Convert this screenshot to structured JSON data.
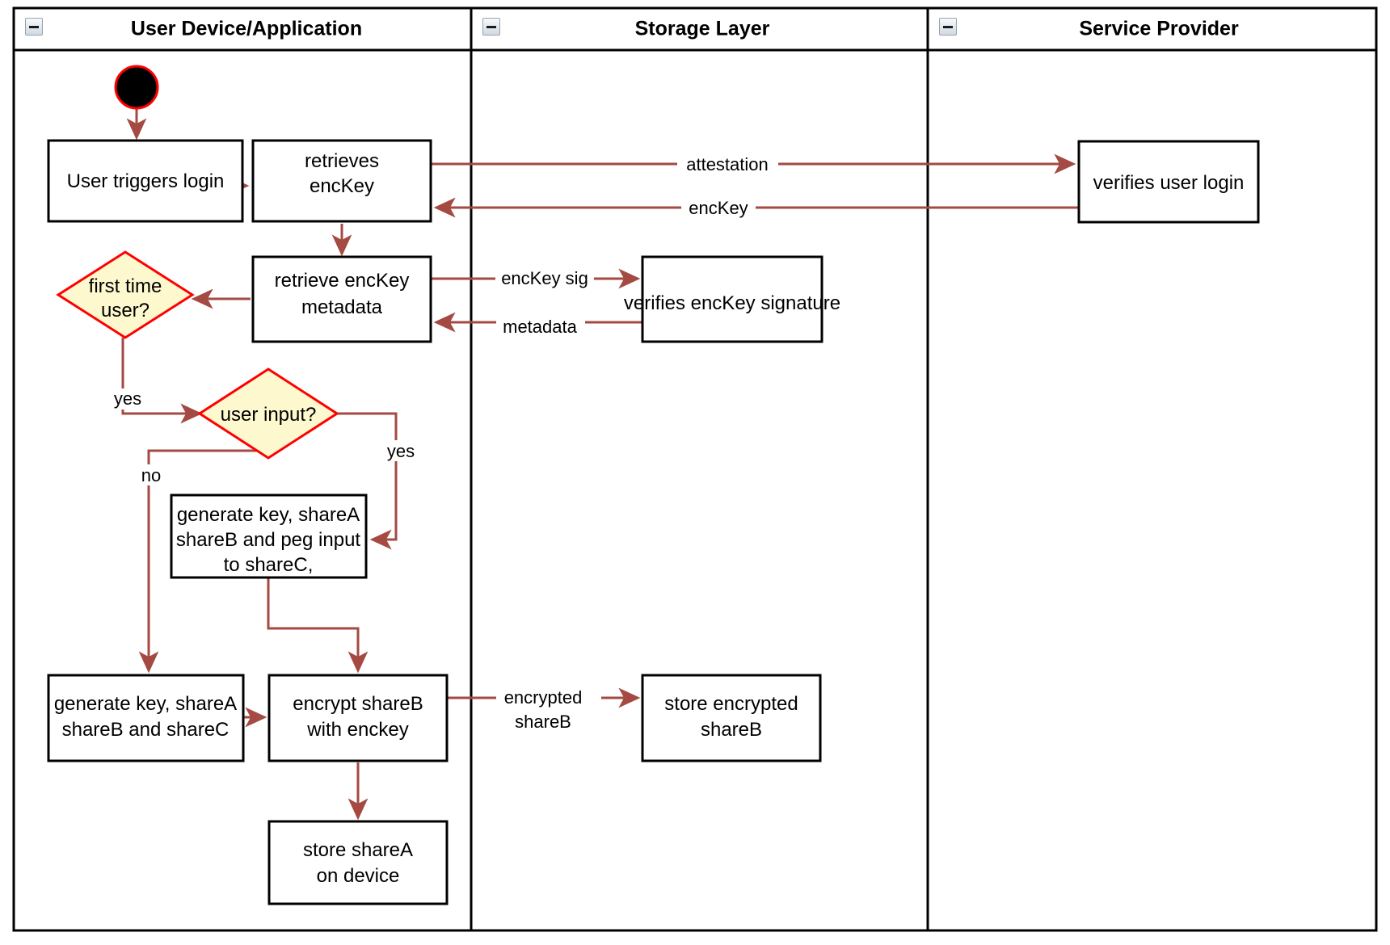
{
  "diagram": {
    "type": "activity-swimlane",
    "colors": {
      "flow": "#a44a42",
      "decision_fill": "#fdf8cd",
      "decision_stroke": "#ff0000",
      "node_stroke": "#000000",
      "node_fill": "#ffffff",
      "frame": "#000000",
      "start_node_fill": "#000000",
      "start_node_stroke": "#ff0000"
    },
    "lanes": [
      {
        "id": "lane-user-device",
        "title": "User Device/Application",
        "collapse_icon": "collapse-minus-icon"
      },
      {
        "id": "lane-storage",
        "title": "Storage Layer",
        "collapse_icon": "collapse-minus-icon"
      },
      {
        "id": "lane-service-provider",
        "title": "Service Provider",
        "collapse_icon": "collapse-minus-icon"
      }
    ],
    "nodes": {
      "start": {
        "kind": "initial-node",
        "label": ""
      },
      "user_triggers_login": {
        "kind": "action",
        "lines": [
          "User triggers login"
        ]
      },
      "retrieves_enckey": {
        "kind": "action",
        "lines": [
          "retrieves",
          "encKey"
        ]
      },
      "retrieve_enckey_metadata": {
        "kind": "action",
        "lines": [
          "retrieve encKey",
          "metadata"
        ]
      },
      "first_time_user": {
        "kind": "decision",
        "lines": [
          "first time",
          "user?"
        ]
      },
      "user_input": {
        "kind": "decision",
        "lines": [
          "user input?"
        ]
      },
      "generate_peg": {
        "kind": "action",
        "lines": [
          "generate key, shareA",
          "shareB and peg input",
          "to shareC,"
        ]
      },
      "generate_shares": {
        "kind": "action",
        "lines": [
          "generate key, shareA",
          "shareB and shareC"
        ]
      },
      "encrypt_shareb": {
        "kind": "action",
        "lines": [
          "encrypt shareB",
          "with enckey"
        ]
      },
      "store_sharea": {
        "kind": "action",
        "lines": [
          "store shareA",
          "on device"
        ]
      },
      "verifies_enckey_signature": {
        "kind": "action",
        "lines": [
          "verifies encKey signature"
        ]
      },
      "store_encrypted_shareb": {
        "kind": "action",
        "lines": [
          "store encrypted",
          "shareB"
        ]
      },
      "verifies_user_login": {
        "kind": "action",
        "lines": [
          "verifies user login"
        ]
      }
    },
    "edge_labels": {
      "attestation": "attestation",
      "enckey": "encKey",
      "enckey_sig": "encKey sig",
      "metadata": "metadata",
      "yes_first_time": "yes",
      "yes_user_input": "yes",
      "no_user_input": "no",
      "encrypted_shareb_1": "encrypted",
      "encrypted_shareb_2": "shareB"
    }
  }
}
